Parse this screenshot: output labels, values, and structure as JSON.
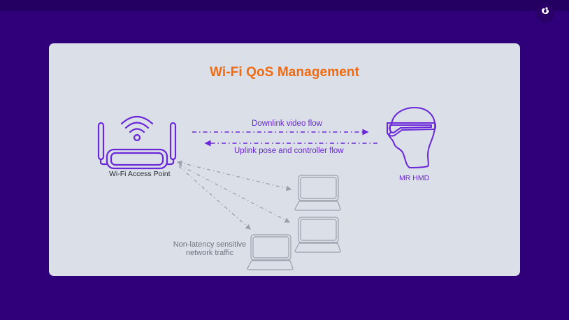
{
  "window": {
    "logo_icon": "brand-logo-icon"
  },
  "slide": {
    "title": "Wi-Fi QoS Management",
    "colors": {
      "background": "#2f007a",
      "topbar": "#240063",
      "card": "#dbe0e8",
      "title": "#f26a10",
      "accent_purple": "#6a26d9",
      "device_gray": "#9aa0ac"
    },
    "nodes": {
      "access_point": {
        "label": "Wi-Fi Access Point",
        "icon": "wifi-router-icon"
      },
      "hmd": {
        "label": "MR HMD",
        "icon": "head-mounted-display-icon"
      },
      "clients": {
        "label_line1": "Non-latency sensitive",
        "label_line2": "network traffic",
        "icon": "laptop-icon",
        "count": 3
      }
    },
    "flows": {
      "downlink": "Downlink video flow",
      "uplink": "Uplink pose and controller flow"
    }
  }
}
